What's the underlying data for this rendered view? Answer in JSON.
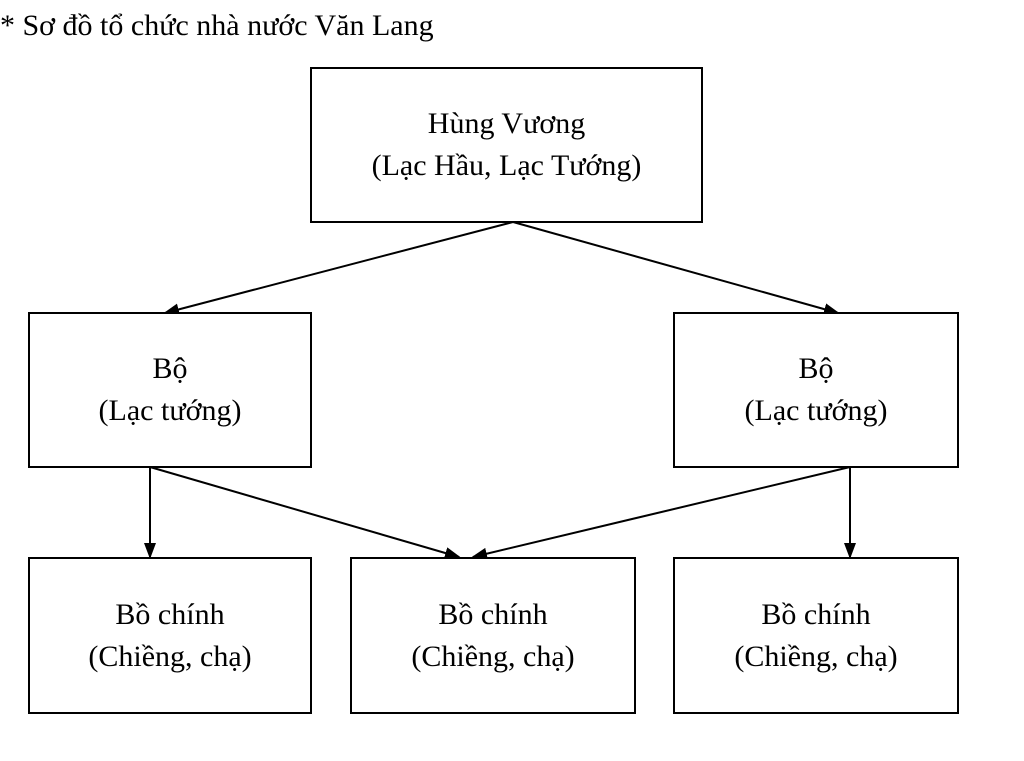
{
  "title": "* Sơ đồ tổ chức nhà nước Văn Lang",
  "nodes": {
    "king": {
      "line1": "Hùng Vương",
      "line2": "(Lạc Hầu, Lạc Tướng)"
    },
    "bo_left": {
      "line1": "Bộ",
      "line2": "(Lạc tướng)"
    },
    "bo_right": {
      "line1": "Bộ",
      "line2": "(Lạc tướng)"
    },
    "bochinh_left": {
      "line1": "Bồ chính",
      "line2": "(Chiềng, chạ)"
    },
    "bochinh_middle": {
      "line1": "Bồ chính",
      "line2": "(Chiềng, chạ)"
    },
    "bochinh_right": {
      "line1": "Bồ chính",
      "line2": "(Chiềng, chạ)"
    }
  },
  "edges": [
    {
      "from": "king",
      "to": "bo_left"
    },
    {
      "from": "king",
      "to": "bo_right"
    },
    {
      "from": "bo_left",
      "to": "bochinh_left"
    },
    {
      "from": "bo_left",
      "to": "bochinh_middle"
    },
    {
      "from": "bo_right",
      "to": "bochinh_middle"
    },
    {
      "from": "bo_right",
      "to": "bochinh_right"
    }
  ],
  "colors": {
    "line": "#000000",
    "box_border": "#000000",
    "background": "#ffffff"
  }
}
